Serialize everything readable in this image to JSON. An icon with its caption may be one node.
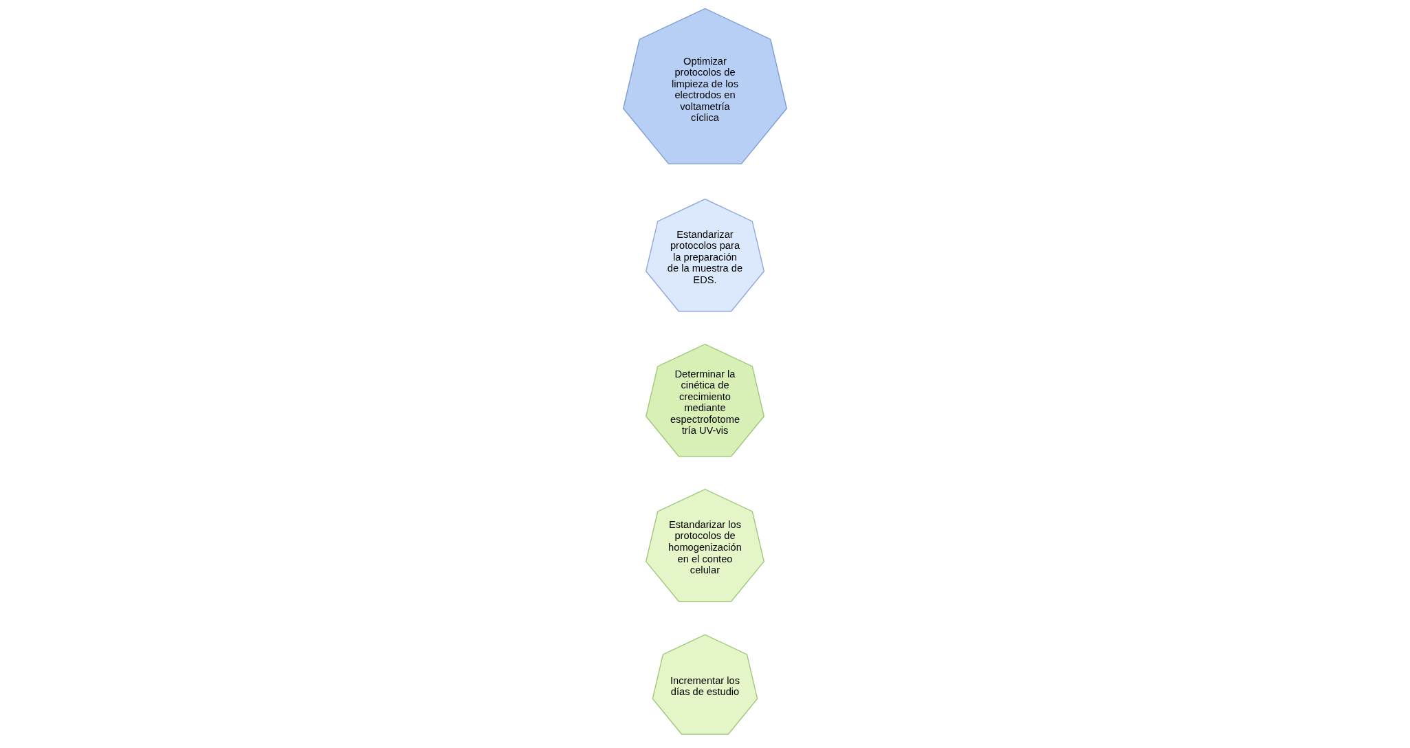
{
  "diagram": {
    "nodes": [
      {
        "text": [
          "Estandarizar los protocolos de homogenización en el conteo celular"
        ]
      },
      {
        "text": [
          "Incrementar los días de estudio"
        ]
      },
      {
        "text": [
          "Determinar la cinética de crecimiento mediante espectrofotome tría UV-vis"
        ]
      },
      {
        "text": [
          "Estandarizar protocolos para la preparación de la muestra de EDS."
        ]
      },
      {
        "text": [
          "Optimizar protocolos de limpieza de los electrodos en voltametría cíclica"
        ]
      }
    ]
  }
}
